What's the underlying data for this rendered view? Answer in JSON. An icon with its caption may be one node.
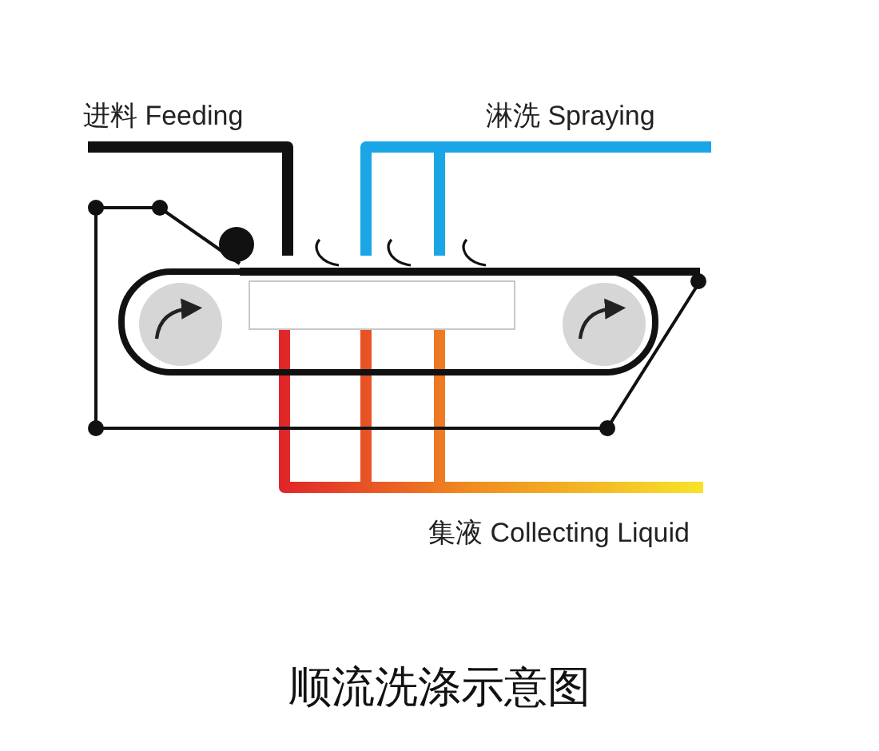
{
  "diagram": {
    "caption": "顺流洗涤示意图",
    "labels": [
      "进料 Feeding",
      "淋洗 Spraying",
      "集液 Collecting Liquid"
    ]
  }
}
